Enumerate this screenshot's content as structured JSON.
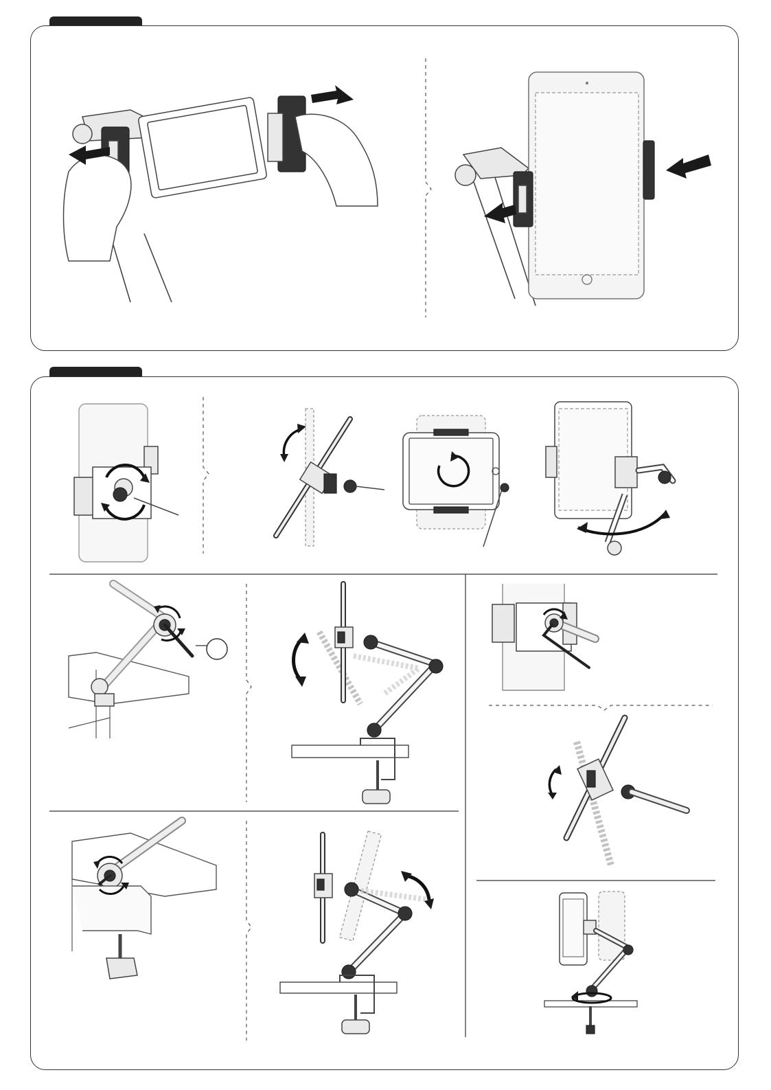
{
  "sections": [
    {
      "id": "step-1",
      "label": ""
    },
    {
      "id": "step-2",
      "label": ""
    }
  ],
  "figures": {
    "hex_key_callout": ""
  },
  "icons": [
    "hands-extend-clamp-illustration",
    "tablet-insert-illustration",
    "rotate-mount-knob-illustration",
    "tilt-tablet-illustration",
    "rotate-tablet-360-illustration",
    "swivel-arm-illustration",
    "hex-key-elbow-illustration",
    "tilt-arm-illustration",
    "hex-key-tablet-joint-illustration",
    "tablet-tilt-side-illustration",
    "hex-key-clamp-illustration",
    "raise-arm-illustration",
    "phone-swivel-base-illustration"
  ],
  "colors": {
    "tab": "#222222",
    "line": "#444444",
    "panel_border": "#333333"
  }
}
